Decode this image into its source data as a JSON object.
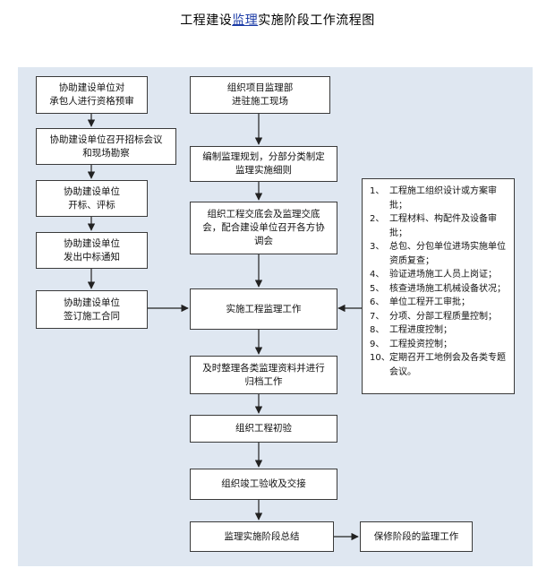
{
  "title": {
    "pre": "工程建设",
    "link": "监理",
    "post": "实施阶段工作流程图"
  },
  "left_column": [
    "协助建设单位对\n承包人进行资格预审",
    "协助建设单位召开招标会议\n和现场勘察",
    "协助建设单位\n开标、评标",
    "协助建设单位\n发出中标通知",
    "协助建设单位\n签订施工合同"
  ],
  "center_column": [
    "组织项目监理部\n进驻施工现场",
    "编制监理规划，分部分类制定\n监理实施细则",
    "组织工程交底会及监理交底\n会，配合建设单位召开各方协\n调会",
    "实施工程监理工作",
    "及时整理各类监理资料并进行\n归档工作",
    "组织工程初验",
    "组织竣工验收及交接",
    "监理实施阶段总结"
  ],
  "warranty_box": "保修阶段的监理工作",
  "duties": [
    {
      "num": "1、",
      "text": "工程施工组织设计或方案审批；"
    },
    {
      "num": "2、",
      "text": "工程材料、构配件及设备审批；"
    },
    {
      "num": "3、",
      "text": "总包、分包单位进场实施单位资质复查；"
    },
    {
      "num": "4、",
      "text": "验证进场施工人员上岗证；"
    },
    {
      "num": "5、",
      "text": "核查进场施工机械设备状况；"
    },
    {
      "num": "6、",
      "text": "单位工程开工审批；"
    },
    {
      "num": "7、",
      "text": "分项、分部工程质量控制；"
    },
    {
      "num": "8、",
      "text": "工程进度控制；"
    },
    {
      "num": "9、",
      "text": "工程投资控制；"
    },
    {
      "num": "10、",
      "text": "定期召开工地例会及各类专题会议。"
    }
  ],
  "colors": {
    "panel": "#dfe7f1",
    "border": "#3a3a3a",
    "link": "#1a3aa6"
  }
}
